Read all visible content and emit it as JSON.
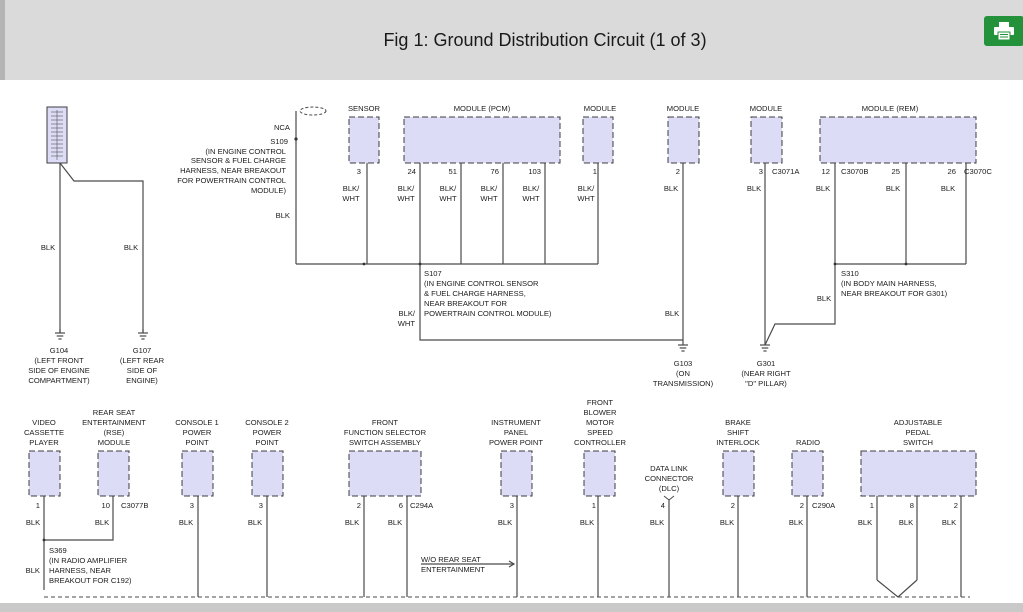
{
  "header": {
    "title": "Fig 1: Ground Distribution Circuit (1 of 3)",
    "print_icon": "printer-icon"
  },
  "colors": {
    "module_fill": "#dcdcf6",
    "header_bg": "#dadada",
    "print_button": "#23923a"
  },
  "top": {
    "blk": "BLK",
    "blk_wht_1": "BLK/",
    "blk_wht_2": "WHT",
    "nca": "NCA",
    "s109": [
      "S109",
      "(IN ENGINE CONTROL",
      "SENSOR & FUEL CHARGE",
      "HARNESS, NEAR BREAKOUT",
      "FOR POWERTRAIN CONTROL",
      "MODULE)"
    ],
    "sensor": "SENSOR",
    "pcm": "MODULE (PCM)",
    "module": "MODULE",
    "rem": "MODULE (REM)",
    "pins": {
      "p3": "3",
      "p24": "24",
      "p51": "51",
      "p76": "76",
      "p103": "103",
      "p1": "1",
      "p2": "2",
      "p3b": "3",
      "p12": "12",
      "p25": "25",
      "p26": "26"
    },
    "connectors": {
      "c3071a": "C3071A",
      "c3070b": "C3070B",
      "c3070c": "C3070C"
    },
    "s107": [
      "S107",
      "(IN ENGINE CONTROL SENSOR",
      "& FUEL CHARGE HARNESS,",
      "NEAR BREAKOUT FOR",
      "POWERTRAIN CONTROL MODULE)"
    ],
    "s310": [
      "S310",
      "(IN BODY MAIN HARNESS,",
      "NEAR BREAKOUT FOR G301)"
    ],
    "g104": [
      "G104",
      "(LEFT FRONT",
      "SIDE OF ENGINE",
      "COMPARTMENT)"
    ],
    "g107": [
      "G107",
      "(LEFT REAR",
      "SIDE OF",
      "ENGINE)"
    ],
    "g103": [
      "G103",
      "(ON",
      "TRANSMISSION)"
    ],
    "g301": [
      "G301",
      "(NEAR RIGHT",
      "\"D\" PILLAR)"
    ]
  },
  "bottom": {
    "vcp": [
      "VIDEO",
      "CASSETTE",
      "PLAYER"
    ],
    "rse": [
      "REAR SEAT",
      "ENTERTAINMENT",
      "(RSE)",
      "MODULE"
    ],
    "cpp1": [
      "CONSOLE 1",
      "POWER",
      "POINT"
    ],
    "cpp2": [
      "CONSOLE 2",
      "POWER",
      "POINT"
    ],
    "ffss": [
      "FRONT",
      "FUNCTION SELECTOR",
      "SWITCH ASSEMBLY"
    ],
    "ipp": [
      "INSTRUMENT",
      "PANEL",
      "POWER POINT"
    ],
    "fbm": [
      "FRONT",
      "BLOWER",
      "MOTOR",
      "SPEED",
      "CONTROLLER"
    ],
    "dlc": [
      "DATA LINK",
      "CONNECTOR",
      "(DLC)"
    ],
    "bsi": [
      "BRAKE",
      "SHIFT",
      "INTERLOCK"
    ],
    "radio": "RADIO",
    "aps": [
      "ADJUSTABLE",
      "PEDAL",
      "SWITCH"
    ],
    "pins": {
      "p1": "1",
      "p10": "10",
      "p3": "3",
      "p2": "2",
      "p6": "6",
      "p4": "4",
      "p8": "8"
    },
    "connectors": {
      "c3077b": "C3077B",
      "c294a": "C294A",
      "c290a": "C290A"
    },
    "s369": [
      "S369",
      "(IN RADIO AMPLIFIER",
      "HARNESS, NEAR",
      "BREAKOUT FOR C192)"
    ],
    "wo_rse": [
      "W/O REAR SEAT",
      "ENTERTAINMENT"
    ]
  }
}
